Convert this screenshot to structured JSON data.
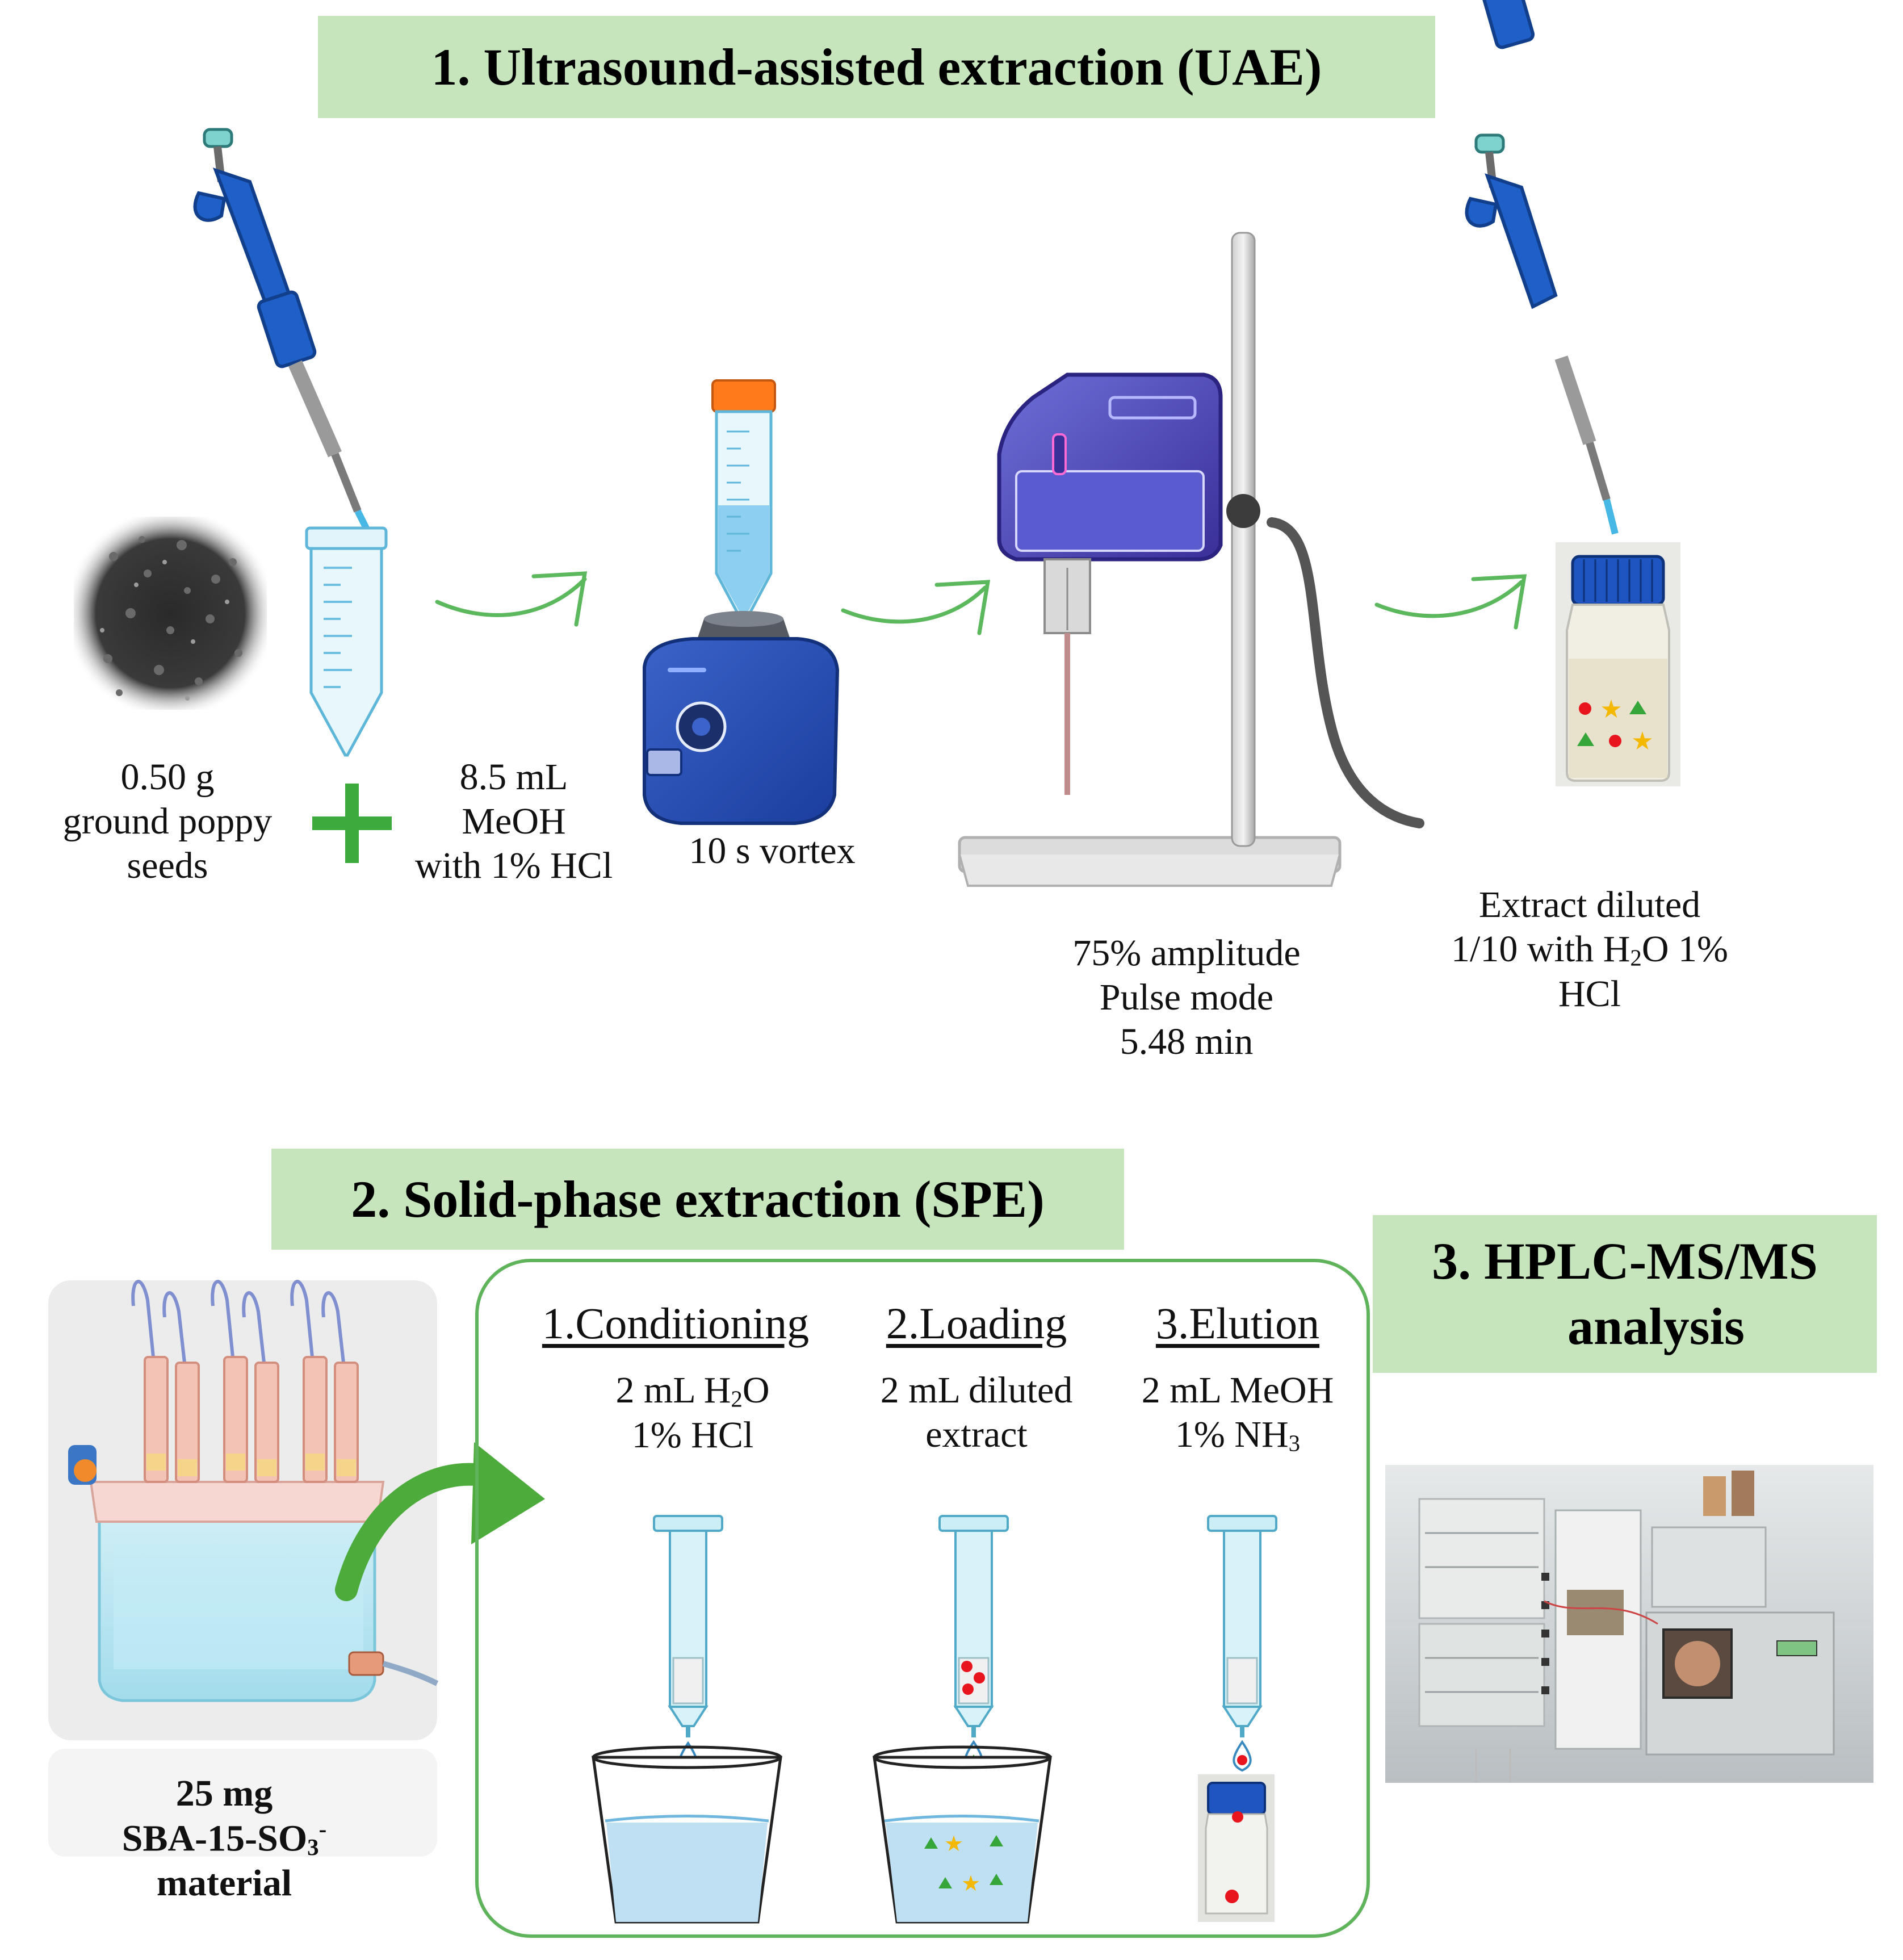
{
  "sections": {
    "uae": {
      "title": "1.  Ultrasound-assisted extraction (UAE)"
    },
    "spe": {
      "title": "2. Solid-phase extraction (SPE)"
    },
    "hplc": {
      "title_line1": "3. HPLC-MS/MS",
      "title_line2": "analysis"
    }
  },
  "uae_steps": {
    "seeds": {
      "line1": "0.50 g",
      "line2": "ground poppy",
      "line3": "seeds"
    },
    "solvent": {
      "line1": "8.5 mL",
      "line2": "MeOH",
      "line3": "with 1% HCl"
    },
    "vortex": {
      "line1": "10 s vortex"
    },
    "sonication": {
      "line1": "75% amplitude",
      "line2": "Pulse mode",
      "line3": "5.48 min"
    },
    "dilution": {
      "line1": "Extract diluted",
      "line2_a": "1/10 with H",
      "line2_sub": "2",
      "line2_b": "O 1%",
      "line3": "HCl"
    }
  },
  "spe_material": {
    "line1": "25 mg",
    "line2_a": "SBA-15-SO",
    "line2_sub": "3",
    "line2_sup": "-",
    "line3": "material"
  },
  "spe_steps": [
    {
      "title": "1.Conditioning",
      "line1_a": "2 mL H",
      "line1_sub": "2",
      "line1_b": "O",
      "line2": "1% HCl"
    },
    {
      "title": "2.Loading",
      "line1": "2 mL diluted",
      "line2": "extract"
    },
    {
      "title": "3.Elution",
      "line1": "2 mL MeOH",
      "line2_a": "1% NH",
      "line2_sub": "3"
    }
  ],
  "colors": {
    "banner_green": "#c6e5bc",
    "arrow_green": "#5cb85c",
    "plus_green": "#3daa3d",
    "pipette_blue": "#1e64c8",
    "liquid_blue": "#8ccff0",
    "cap_orange": "#ff7a1a",
    "analyte_red": "#e8141e",
    "analyte_yellow": "#f4b800",
    "analyte_green": "#36a63a"
  },
  "icons": [
    "pipette-icon",
    "falcon-tube-icon",
    "poppy-seeds-image",
    "vortex-mixer-icon",
    "ultrasonic-homogenizer-icon",
    "vial-icon",
    "spe-manifold-icon",
    "spe-cartridge-icon",
    "beaker-icon",
    "hplc-instrument-image"
  ]
}
